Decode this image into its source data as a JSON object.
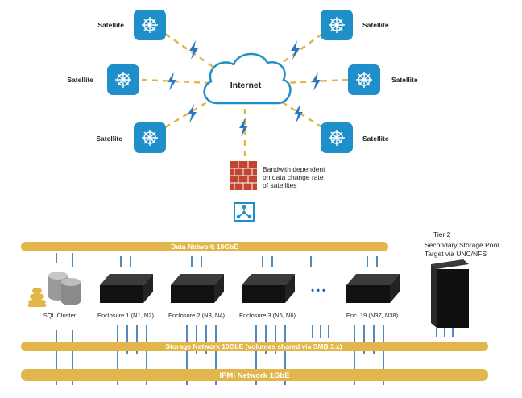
{
  "satellites": [
    {
      "label": "Satellite"
    },
    {
      "label": "Satellite"
    },
    {
      "label": "Satellite"
    },
    {
      "label": "Satellite"
    },
    {
      "label": "Satellite"
    },
    {
      "label": "Satellite"
    }
  ],
  "internet_label": "Internet",
  "firewall_note": [
    "Bandwith dependent",
    "on data change rate",
    "of satellites"
  ],
  "tier2": {
    "title": "Tier 2",
    "line1": "Secondary Storage Pool",
    "line2": "Target via UNC/NFS"
  },
  "networks": {
    "data": "Data Network 10GbE",
    "storage": "Storage Network 10GbE (volumes shared via SMB 3.x)",
    "ipmi": "IPMI Network 1GbE"
  },
  "nodes": [
    {
      "label": "SQL Cluster"
    },
    {
      "label": "Enclosure 1 (N1, N2)"
    },
    {
      "label": "Enclosure 2 (N3, N4)"
    },
    {
      "label": "Enclosure 3 (N5, N6)"
    },
    {
      "label": "Enc. 19 (N37, N38)"
    }
  ],
  "ellipsis": "• • •",
  "colors": {
    "satellite_blue": "#1f8fc9",
    "network_gold": "#e2b64a",
    "bolt_blue": "#2a78c0",
    "cloud_outline": "#1f8fc9",
    "firewall_red": "#c0462f",
    "server_dark": "#1c1c1c",
    "cable_blue": "#1d5fa8"
  }
}
